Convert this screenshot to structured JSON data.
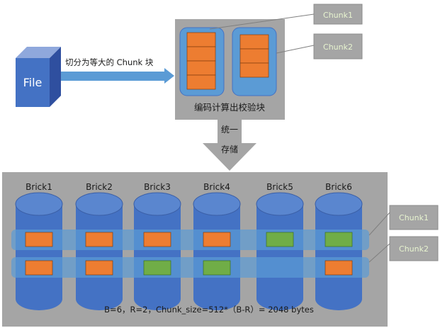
{
  "file_label": "File",
  "split_label": "切分为等大的 Chunk 块",
  "encode_label": "编码计算出校验块",
  "store_label_1": "统一",
  "store_label_2": "存储",
  "top_chunk_labels": [
    "Chunk1",
    "Chunk2"
  ],
  "bricks": [
    {
      "label": "Brick1",
      "row1": "data",
      "row2": "data"
    },
    {
      "label": "Brick2",
      "row1": "data",
      "row2": "data"
    },
    {
      "label": "Brick3",
      "row1": "data",
      "row2": "parity"
    },
    {
      "label": "Brick4",
      "row1": "data",
      "row2": "parity"
    },
    {
      "label": "Brick5",
      "row1": "parity",
      "row2": "none"
    },
    {
      "label": "Brick6",
      "row1": "parity",
      "row2": "data"
    }
  ],
  "bottom_chunk_labels": [
    "Chunk1",
    "Chunk2"
  ],
  "formula": "B=6，R=2，Chunk_size=512*（B-R）= 2048 bytes",
  "colors": {
    "data_block": "#ed7d31",
    "parity_block": "#70ad47",
    "brick": "#4472c4",
    "band": "#5b9bd5",
    "panel": "#a5a5a5"
  }
}
